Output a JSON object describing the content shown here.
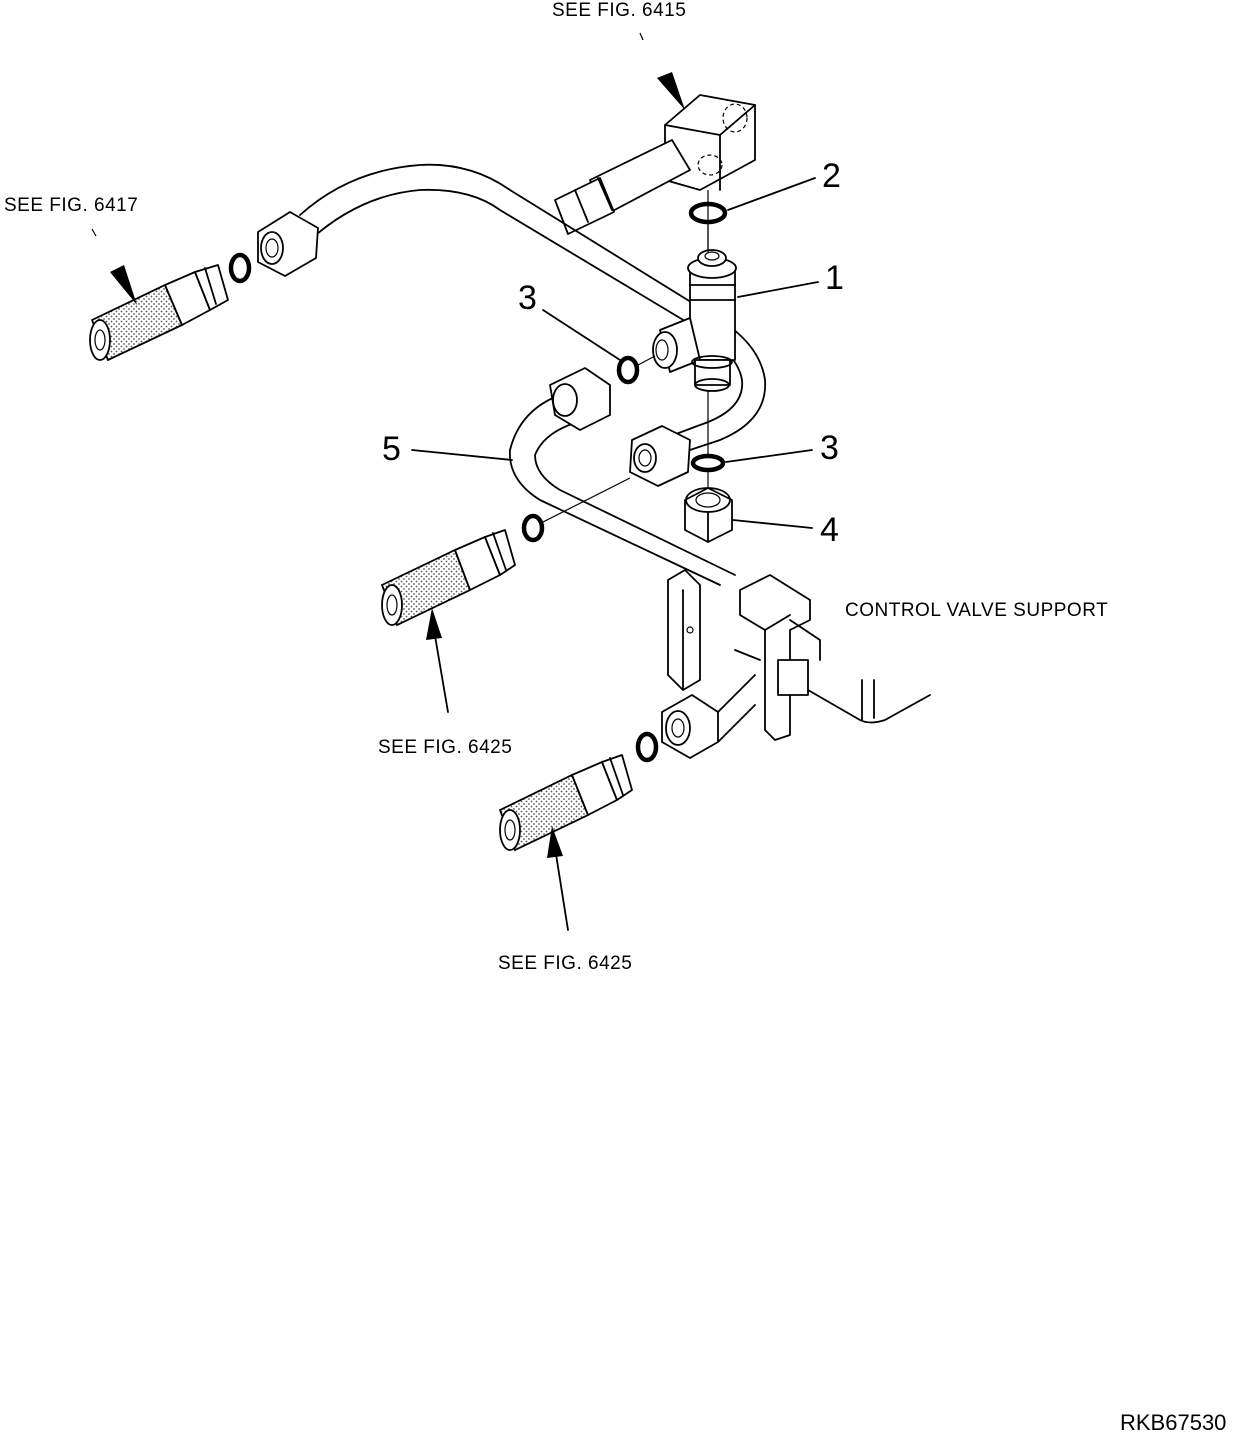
{
  "figure": {
    "refs": {
      "top": "SEE FIG. 6415",
      "left": "SEE FIG. 6417",
      "mid_bottom": "SEE FIG. 6425",
      "bottom": "SEE FIG. 6425"
    },
    "support_label": "CONTROL VALVE SUPPORT",
    "callouts": {
      "tee_fitting": "1",
      "oring_top": "2",
      "oring_left": "3",
      "oring_lower": "3",
      "nut": "4",
      "tube": "5"
    },
    "drawing_number": "RKB67530"
  }
}
